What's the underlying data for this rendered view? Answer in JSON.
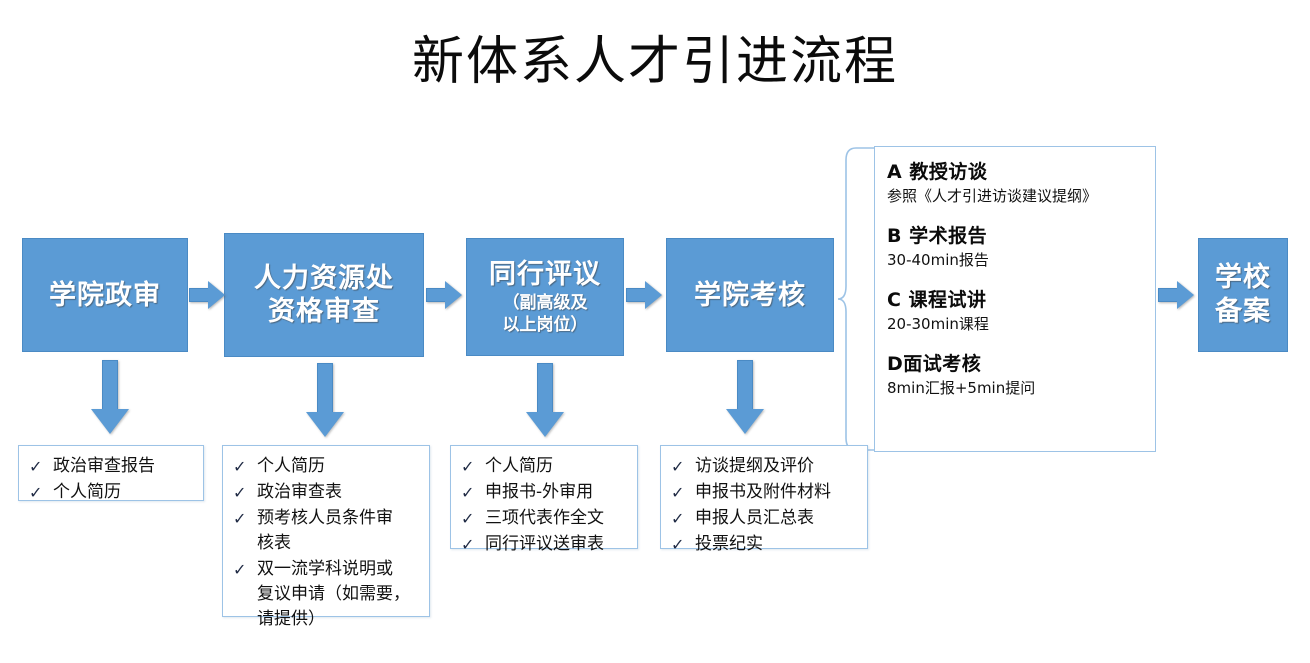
{
  "title": "新体系人才引进流程",
  "colors": {
    "box_fill": "#5B9BD5",
    "box_border": "#4a8ac4",
    "panel_border": "#9DC3E6",
    "text_on_box": "#ffffff",
    "body_text": "#111111"
  },
  "process": {
    "steps": [
      {
        "id": "zhengshen",
        "title": "学院政审",
        "subtitle": ""
      },
      {
        "id": "renli",
        "title": "人力资源处\n资格审查",
        "subtitle": ""
      },
      {
        "id": "tongxing",
        "title": "同行评议",
        "subtitle": "（副高级及\n以上岗位）"
      },
      {
        "id": "kaohe",
        "title": "学院考核",
        "subtitle": ""
      },
      {
        "id": "beian",
        "title": "学校\n备案",
        "subtitle": ""
      }
    ]
  },
  "detail_panel": {
    "items": [
      {
        "head": "A  教授访谈",
        "desc": "参照《人才引进访谈建议提纲》"
      },
      {
        "head": "B  学术报告",
        "desc": "30-40min报告"
      },
      {
        "head": "C  课程试讲",
        "desc": "20-30min课程"
      },
      {
        "head": "D面试考核",
        "desc": "8min汇报+5min提问"
      }
    ]
  },
  "checklists": [
    {
      "id": "chk1",
      "mark": "✓",
      "items": [
        "政治审查报告",
        "个人简历"
      ]
    },
    {
      "id": "chk2",
      "mark": "✓",
      "items": [
        "个人简历",
        "政治审查表",
        "预考核人员条件审\n核表",
        "双一流学科说明或\n复议申请（如需要，\n请提供）"
      ]
    },
    {
      "id": "chk3",
      "mark": "✓",
      "items": [
        "个人简历",
        "申报书-外审用",
        "三项代表作全文",
        "同行评议送审表"
      ]
    },
    {
      "id": "chk4",
      "mark": "✓",
      "items": [
        "访谈提纲及评价",
        "申报书及附件材料",
        "申报人员汇总表",
        "投票纪实"
      ]
    }
  ],
  "connectors": {
    "right_arrows": 4,
    "down_arrows": 4,
    "brace_label": "curly-brace-connector"
  }
}
